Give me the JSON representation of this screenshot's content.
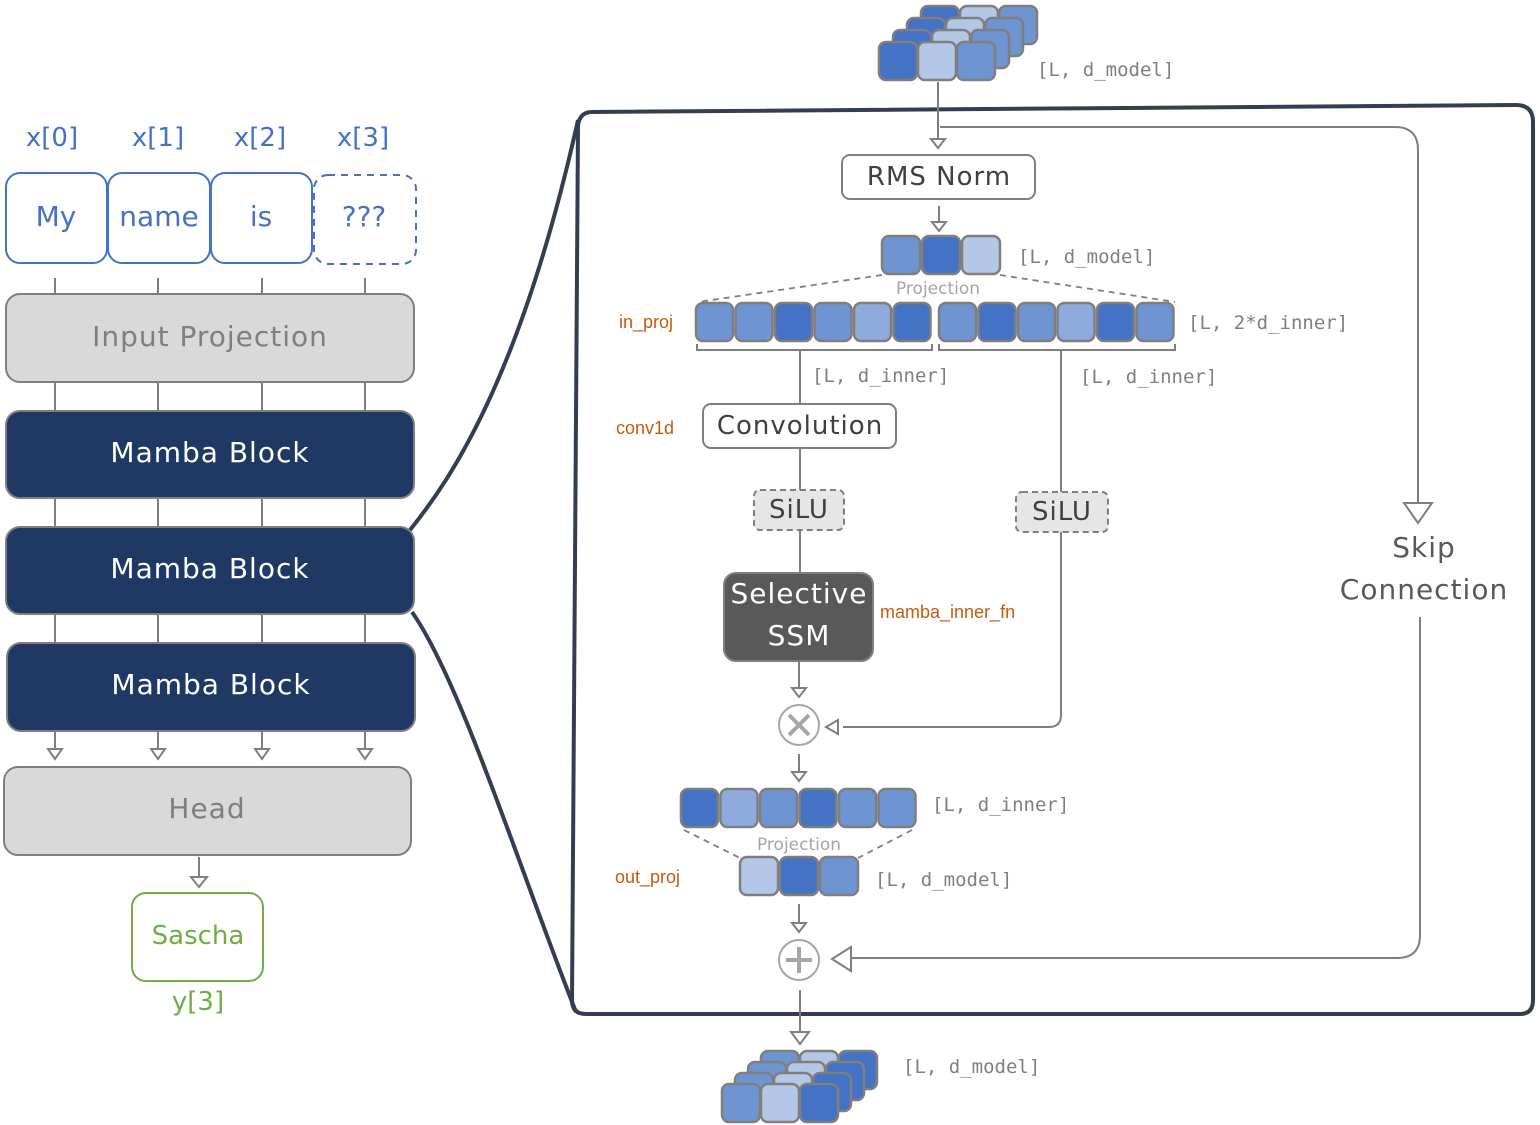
{
  "palette": {
    "token_blue": "#4472c4",
    "output_green": "#70ad47",
    "gray_block_fill": "#d9d9d9",
    "mamba_block_fill": "#203864",
    "outline_navy": "#333f50",
    "ssm_fill": "#595959",
    "annotation_orange": "#c55a11",
    "cell_dark": "#4472c4",
    "cell_mid": "#6f94d2",
    "cell_light": "#b4c7e7",
    "cell_med2": "#8faadc"
  },
  "left_model": {
    "inputs": [
      {
        "index_label": "x[0]",
        "token": "My",
        "dashed": false
      },
      {
        "index_label": "x[1]",
        "token": "name",
        "dashed": false
      },
      {
        "index_label": "x[2]",
        "token": "is",
        "dashed": false
      },
      {
        "index_label": "x[3]",
        "token": "???",
        "dashed": true
      }
    ],
    "input_projection": "Input Projection",
    "mamba_blocks": [
      "Mamba Block",
      "Mamba Block",
      "Mamba Block"
    ],
    "head": "Head",
    "output": {
      "token": "Sascha",
      "index_label": "y[3]"
    }
  },
  "mamba_block_detail": {
    "input_tensor_shape": "[L, d_model]",
    "rms_norm": "RMS Norm",
    "normed_shape": "[L, d_model]",
    "in_projection": {
      "code_name": "in_proj",
      "label": "Projection",
      "shape": "[L, 2*d_inner]"
    },
    "left_branch_shape": "[L, d_inner]",
    "right_branch_shape": "[L, d_inner]",
    "convolution": {
      "code_name": "conv1d",
      "label": "Convolution"
    },
    "silu_left": "SiLU",
    "silu_right": "SiLU",
    "selective_ssm": {
      "line1": "Selective",
      "line2": "SSM",
      "code_name": "mamba_inner_fn"
    },
    "multiply_op": "multiply",
    "inner_shape": "[L, d_inner]",
    "out_projection": {
      "code_name": "out_proj",
      "label": "Projection",
      "shape": "[L, d_model]"
    },
    "add_op": "add",
    "skip_connection": {
      "line1": "Skip",
      "line2": "Connection"
    },
    "output_tensor_shape": "[L, d_model]"
  }
}
